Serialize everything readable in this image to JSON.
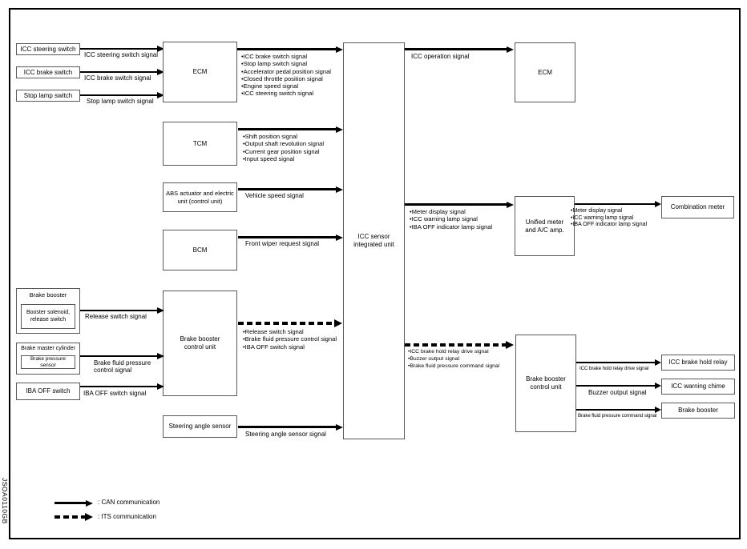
{
  "code": "JSOA0110GB",
  "legend": {
    "can": ": CAN communication",
    "its": ": ITS communication"
  },
  "boxes": {
    "icc_steering_switch": "ICC steering switch",
    "icc_brake_switch": "ICC brake switch",
    "stop_lamp_switch": "Stop lamp switch",
    "ecm_left": "ECM",
    "tcm": "TCM",
    "abs_unit": "ABS actuator and electric unit (control unit)",
    "bcm": "BCM",
    "brake_booster_left": "Brake booster",
    "booster_solenoid": "Booster solenoid, release switch",
    "brake_master_cylinder": "Brake master cylinder",
    "brake_pressure_sensor": "Brake pressure sensor",
    "iba_off_switch": "IBA OFF switch",
    "brake_booster_cu_left": "Brake booster control unit",
    "steering_angle_sensor": "Steering angle sensor",
    "icc_sensor": "ICC sensor integrated unit",
    "ecm_right": "ECM",
    "unified_meter": "Unified meter and A/C amp.",
    "brake_booster_cu_right": "Brake booster control unit",
    "combination_meter": "Combination meter",
    "icc_brake_hold_relay": "ICC brake hold relay",
    "icc_warning_chime": "ICC warning chime",
    "brake_booster_right": "Brake booster"
  },
  "signals": {
    "icc_steering_switch": "ICC steering switch signal",
    "icc_brake_switch": "ICC brake switch signal",
    "stop_lamp_switch": "Stop lamp switch signal",
    "ecm_to_icc": [
      "•ICC brake switch signal",
      "•Stop lamp switch signal",
      "•Accelerator pedal position signal",
      "•Closed throttle position signal",
      "•Engine speed signal",
      "•ICC steering switch signal"
    ],
    "tcm_to_icc": [
      "•Shift position signal",
      "•Output shaft revolution signal",
      "•Current gear position signal",
      "•Input speed signal"
    ],
    "abs_to_icc": "Vehicle speed signal",
    "bcm_to_icc": "Front wiper request signal",
    "release_switch": "Release switch signal",
    "brake_fluid_pressure_control": "Brake fluid pressure control signal",
    "iba_off_switch": "IBA OFF switch signal",
    "bbcu_to_icc": [
      "•Release switch signal",
      "•Brake fluid pressure control signal",
      "•IBA OFF switch signal"
    ],
    "steering_angle": "Steering angle sensor signal",
    "icc_operation": "ICC operation signal",
    "icc_to_meter": [
      "•Meter display signal",
      "•ICC warning lamp signal",
      "•IBA OFF indicator lamp signal"
    ],
    "meter_to_comb": [
      "•Meter display signal",
      "•ICC warning lamp signal",
      "•IBA OFF indicator lamp signal"
    ],
    "icc_to_bbcu": [
      "•ICC brake hold relay drive signal",
      "•Buzzer output signal",
      "•Brake fluid pressure command signal"
    ],
    "relay_drive": "ICC brake hold relay drive signal",
    "buzzer_output": "Buzzer output signal",
    "pressure_command": "Brake fluid pressure command signal"
  }
}
